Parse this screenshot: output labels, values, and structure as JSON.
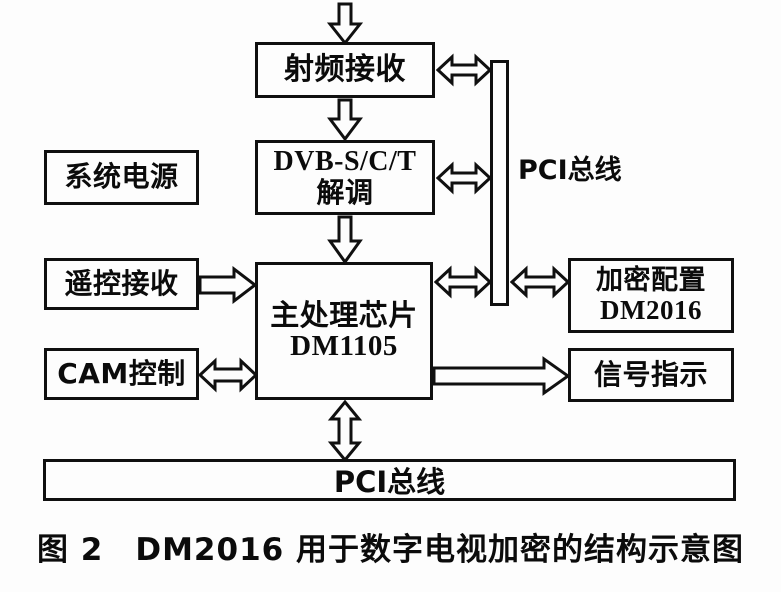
{
  "figure": {
    "caption_prefix": "图 2",
    "caption_text": "DM2016 用于数字电视加密的结构示意图",
    "caption_full": "图 2　DM2016 用于数字电视加密的结构示意图"
  },
  "colors": {
    "stroke": "#101010",
    "fill": "#fdfdfd",
    "background": "#ffffff"
  },
  "blocks": {
    "rf_receiver": {
      "label": "射频接收"
    },
    "demodulator": {
      "line1": "DVB-S/C/T",
      "line2": "解调"
    },
    "system_power": {
      "label": "系统电源"
    },
    "remote_receiver": {
      "label": "遥控接收"
    },
    "cam_control": {
      "label": "CAM控制"
    },
    "main_processor": {
      "line1": "主处理芯片",
      "line2": "DM1105"
    },
    "crypto_config": {
      "line1": "加密配置",
      "line2": "DM2016"
    },
    "signal_indicator": {
      "label": "信号指示"
    },
    "pci_bus_vertical": {
      "label": "PCI总线"
    },
    "pci_bus_bottom": {
      "label": "PCI总线"
    }
  },
  "connections": [
    {
      "id": "input-to-rf",
      "from": "external-input",
      "to": "rf_receiver",
      "type": "single",
      "direction": "down"
    },
    {
      "id": "rf-to-demod",
      "from": "rf_receiver",
      "to": "demodulator",
      "type": "single",
      "direction": "down"
    },
    {
      "id": "demod-to-main",
      "from": "demodulator",
      "to": "main_processor",
      "type": "single",
      "direction": "down"
    },
    {
      "id": "rf-to-bus",
      "from": "rf_receiver",
      "to": "pci_bus_vertical",
      "type": "double",
      "direction": "horizontal"
    },
    {
      "id": "demod-to-bus",
      "from": "demodulator",
      "to": "pci_bus_vertical",
      "type": "double",
      "direction": "horizontal"
    },
    {
      "id": "main-to-bus",
      "from": "main_processor",
      "to": "pci_bus_vertical",
      "type": "double",
      "direction": "horizontal"
    },
    {
      "id": "bus-to-crypto",
      "from": "pci_bus_vertical",
      "to": "crypto_config",
      "type": "double",
      "direction": "horizontal"
    },
    {
      "id": "remote-to-main",
      "from": "remote_receiver",
      "to": "main_processor",
      "type": "single",
      "direction": "right"
    },
    {
      "id": "cam-to-main",
      "from": "cam_control",
      "to": "main_processor",
      "type": "double",
      "direction": "horizontal"
    },
    {
      "id": "main-to-signal",
      "from": "main_processor",
      "to": "signal_indicator",
      "type": "single",
      "direction": "right"
    },
    {
      "id": "main-to-pci-bottom",
      "from": "main_processor",
      "to": "pci_bus_bottom",
      "type": "double",
      "direction": "vertical"
    }
  ]
}
